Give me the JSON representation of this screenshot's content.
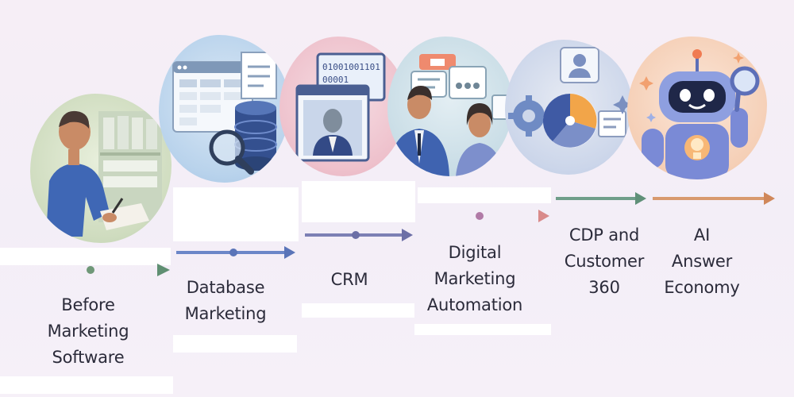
{
  "stages": [
    {
      "id": "before",
      "lines": [
        "Before",
        "Marketing",
        "Software"
      ],
      "color": "#8fb08a"
    },
    {
      "id": "database",
      "lines": [
        "Database",
        "Marketing"
      ],
      "color": "#6b86c8"
    },
    {
      "id": "crm",
      "lines": [
        "CRM"
      ],
      "color": "#7c7fb4"
    },
    {
      "id": "automation",
      "lines": [
        "Digital",
        "Marketing",
        "Automation"
      ],
      "color": "#b07aa6"
    },
    {
      "id": "cdp",
      "lines": [
        "CDP and",
        "Customer",
        "360"
      ],
      "color": "#6f9e8a"
    },
    {
      "id": "ai",
      "lines": [
        "AI",
        "Answer",
        "Economy"
      ],
      "color": "#d89a6e"
    }
  ],
  "crm_screen_binary": [
    "01001001101",
    "00001"
  ],
  "icons": [
    "person-writing-icon",
    "database-icon",
    "magnifier-icon",
    "video-call-icon",
    "people-icon",
    "chat-icon",
    "pie-chart-icon",
    "gear-icon",
    "user-card-icon",
    "robot-icon",
    "lightbulb-icon"
  ]
}
